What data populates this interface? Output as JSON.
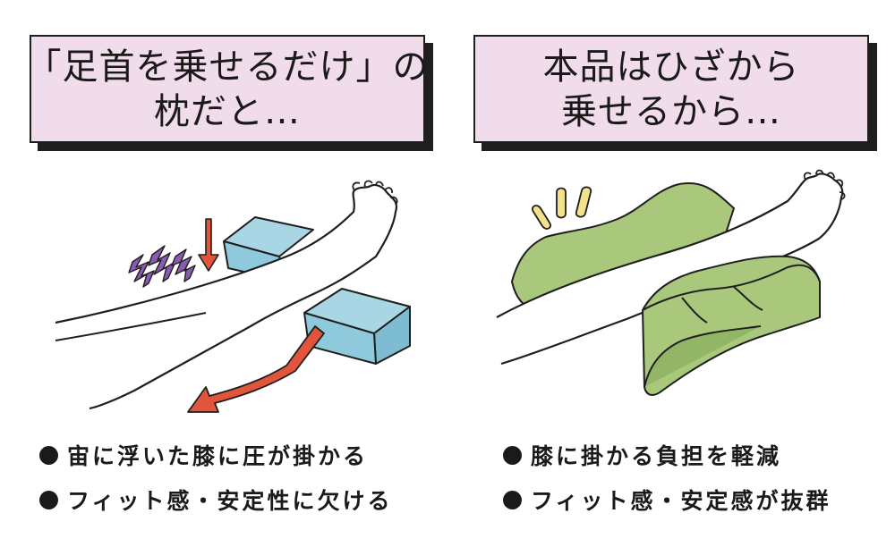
{
  "left": {
    "title_line1": "「足首を乗せるだけ」の",
    "title_line2": "枕だと…",
    "bullets": [
      "宙に浮いた膝に圧が掛かる",
      "フィット感・安定性に欠ける"
    ]
  },
  "right": {
    "title_line1": "本品はひざから",
    "title_line2": "乗せるから…",
    "bullets": [
      "膝に掛かる負担を軽減",
      "フィット感・安定感が抜群"
    ]
  },
  "colors": {
    "title_bg": "#f0dcea",
    "block_blue": "#8ec9dc",
    "pillow_green": "#a9c87c",
    "arrow_red": "#e0553b",
    "pain_purple": "#8a5cb0",
    "sparkle_yellow": "#f3e28a"
  },
  "icons": [
    "bullet-dot-icon",
    "pain-zigzag-icon",
    "down-arrow-icon",
    "sparkle-icon"
  ]
}
